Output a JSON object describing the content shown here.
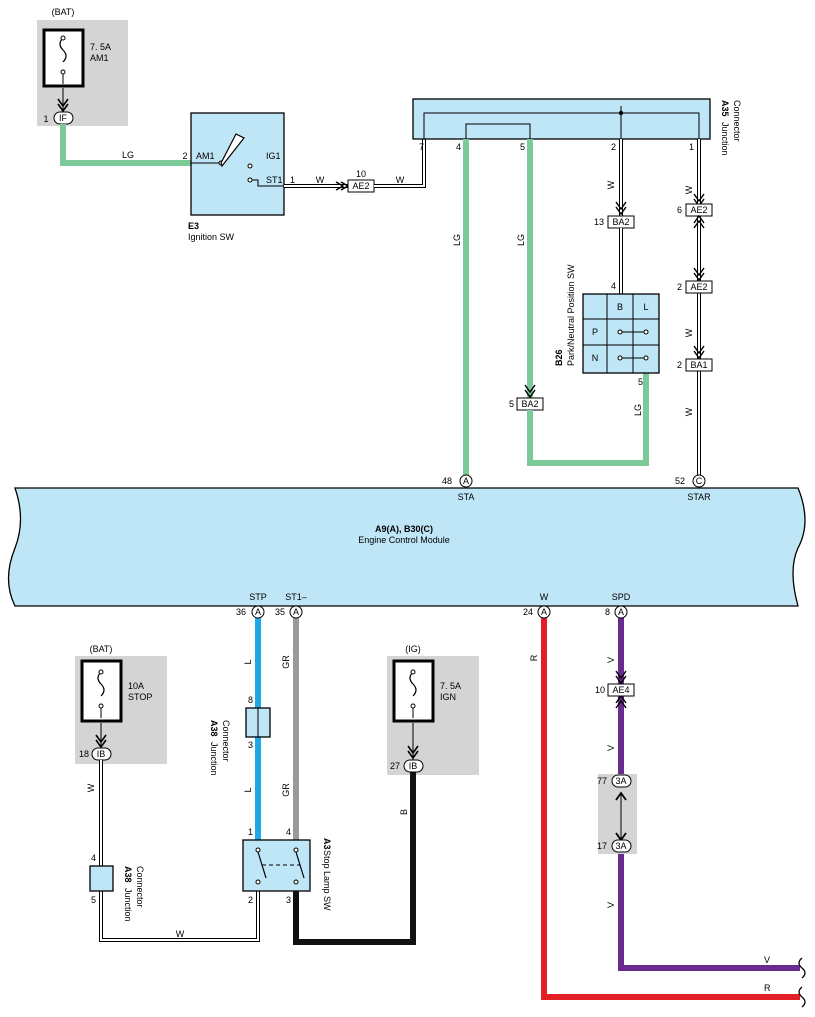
{
  "colors": {
    "module_fill": "#bfe6f7",
    "fuse_bg": "#d4d4d4",
    "wire_lg": "#7cc99a",
    "wire_l": "#1ea9e6",
    "wire_gr": "#9a9a9a",
    "wire_b": "#111111",
    "wire_r": "#e21f26",
    "wire_v": "#6a2b8f",
    "wire_w": "#ffffff"
  },
  "sources": {
    "bat1": "(BAT)",
    "bat2": "(BAT)",
    "ig": "(IG)"
  },
  "fuses": {
    "am1": {
      "rating": "7. 5A",
      "name": "AM1"
    },
    "stop": {
      "rating": "10A",
      "name": "STOP"
    },
    "ign": {
      "rating": "7. 5A",
      "name": "IGN"
    }
  },
  "connectors": {
    "if": "IF",
    "ib_stop": "IB",
    "ib_ign": "IB",
    "ae2_a": "AE2",
    "ae2_b": "AE2",
    "ae2_c": "AE2",
    "ba2_a": "BA2",
    "ba2_b": "BA2",
    "ba1": "BA1",
    "ae4": "AE4",
    "c3a_a": "3A",
    "c3a_b": "3A",
    "ecm_a": "A",
    "ecm_c": "C"
  },
  "pins": {
    "if_1": "1",
    "am1_2": "2",
    "st1_1": "1",
    "ae2_10": "10",
    "j35_7": "7",
    "j35_4": "4",
    "j35_5": "5",
    "j35_2": "2",
    "j35_1": "1",
    "ba2_13": "13",
    "pnp_4": "4",
    "pnp_5": "5",
    "ba2_5": "5",
    "ae2_6": "6",
    "ae2_2": "2",
    "ba1_2": "2",
    "ecm_48": "48",
    "ecm_52": "52",
    "ecm_36": "36",
    "ecm_35": "35",
    "ecm_24": "24",
    "ecm_8": "8",
    "ib_18": "18",
    "ib_27": "27",
    "j38a_4": "4",
    "j38a_5": "5",
    "j38b_8": "8",
    "j38b_3": "3",
    "sl_1": "1",
    "sl_4": "4",
    "sl_2": "2",
    "sl_3": "3",
    "ae4_10": "10",
    "c3a_77": "77",
    "c3a_17": "17"
  },
  "wire_labels": {
    "lg_1": "LG",
    "w_1": "W",
    "w_2": "W",
    "lg_2": "LG",
    "lg_3": "LG",
    "w_3": "W",
    "lg_4": "LG",
    "w_4": "W",
    "w_5": "W",
    "w_6": "W",
    "l_1": "L",
    "l_2": "L",
    "gr_1": "GR",
    "gr_2": "GR",
    "r_1": "R",
    "v_1": "V",
    "v_2": "V",
    "v_3": "V",
    "b_1": "B",
    "w_7": "W",
    "w_8": "W",
    "v_4": "V",
    "r_2": "R"
  },
  "ignition_sw": {
    "code": "E3",
    "name": "Ignition SW",
    "am1": "AM1",
    "ig1": "IG1",
    "st1": "ST1"
  },
  "j35": {
    "code": "A35",
    "name1": "Junction",
    "name2": "Connector"
  },
  "pnp_sw": {
    "code": "B26",
    "name": "Park/Neutral Position SW",
    "col_b": "B",
    "col_l": "L",
    "row_p": "P",
    "row_n": "N"
  },
  "ecm": {
    "code": "A9(A), B30(C)",
    "name": "Engine Control Module",
    "sta": "STA",
    "star": "STAR",
    "stp": "STP",
    "st1m": "ST1–",
    "w": "W",
    "spd": "SPD"
  },
  "j38a": {
    "code": "A38",
    "name1": "Junction",
    "name2": "Connector"
  },
  "j38b": {
    "code": "A38",
    "name1": "Junction",
    "name2": "Connector"
  },
  "stop_lamp_sw": {
    "code": "A3",
    "name": "Stop Lamp SW"
  }
}
